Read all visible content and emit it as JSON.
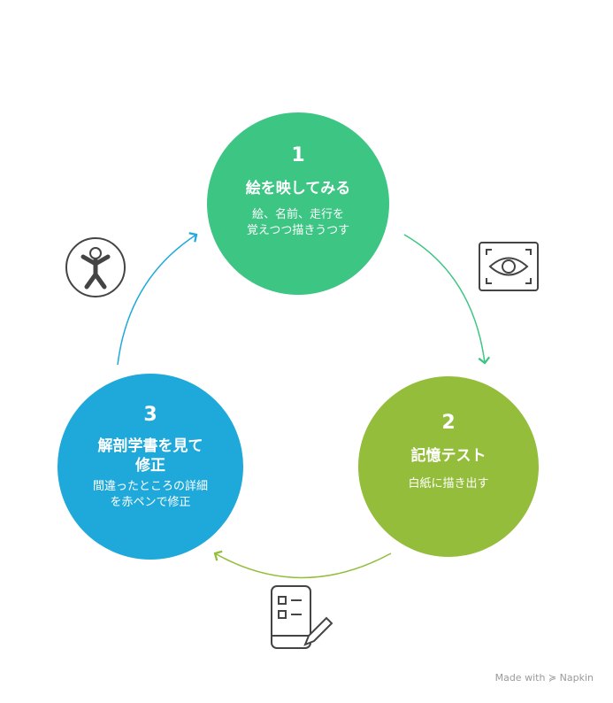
{
  "colors": {
    "step1": "#3dc584",
    "step2": "#93bd3b",
    "step3": "#1fa9db",
    "icon": "#444444"
  },
  "steps": [
    {
      "number": "1",
      "title": "絵を映してみる",
      "desc_line1": "絵、名前、走行を",
      "desc_line2": "覚えつつ描きうつす"
    },
    {
      "number": "2",
      "title": "記憶テスト",
      "desc_line1": "白紙に描き出す"
    },
    {
      "number": "3",
      "title_line1": "解剖学書を見て",
      "title_line2": "修正",
      "desc_line1": "間違ったところの詳細",
      "desc_line2": "を赤ペンで修正"
    }
  ],
  "footer": {
    "made_with": "Made with",
    "brand": "Napkin"
  }
}
